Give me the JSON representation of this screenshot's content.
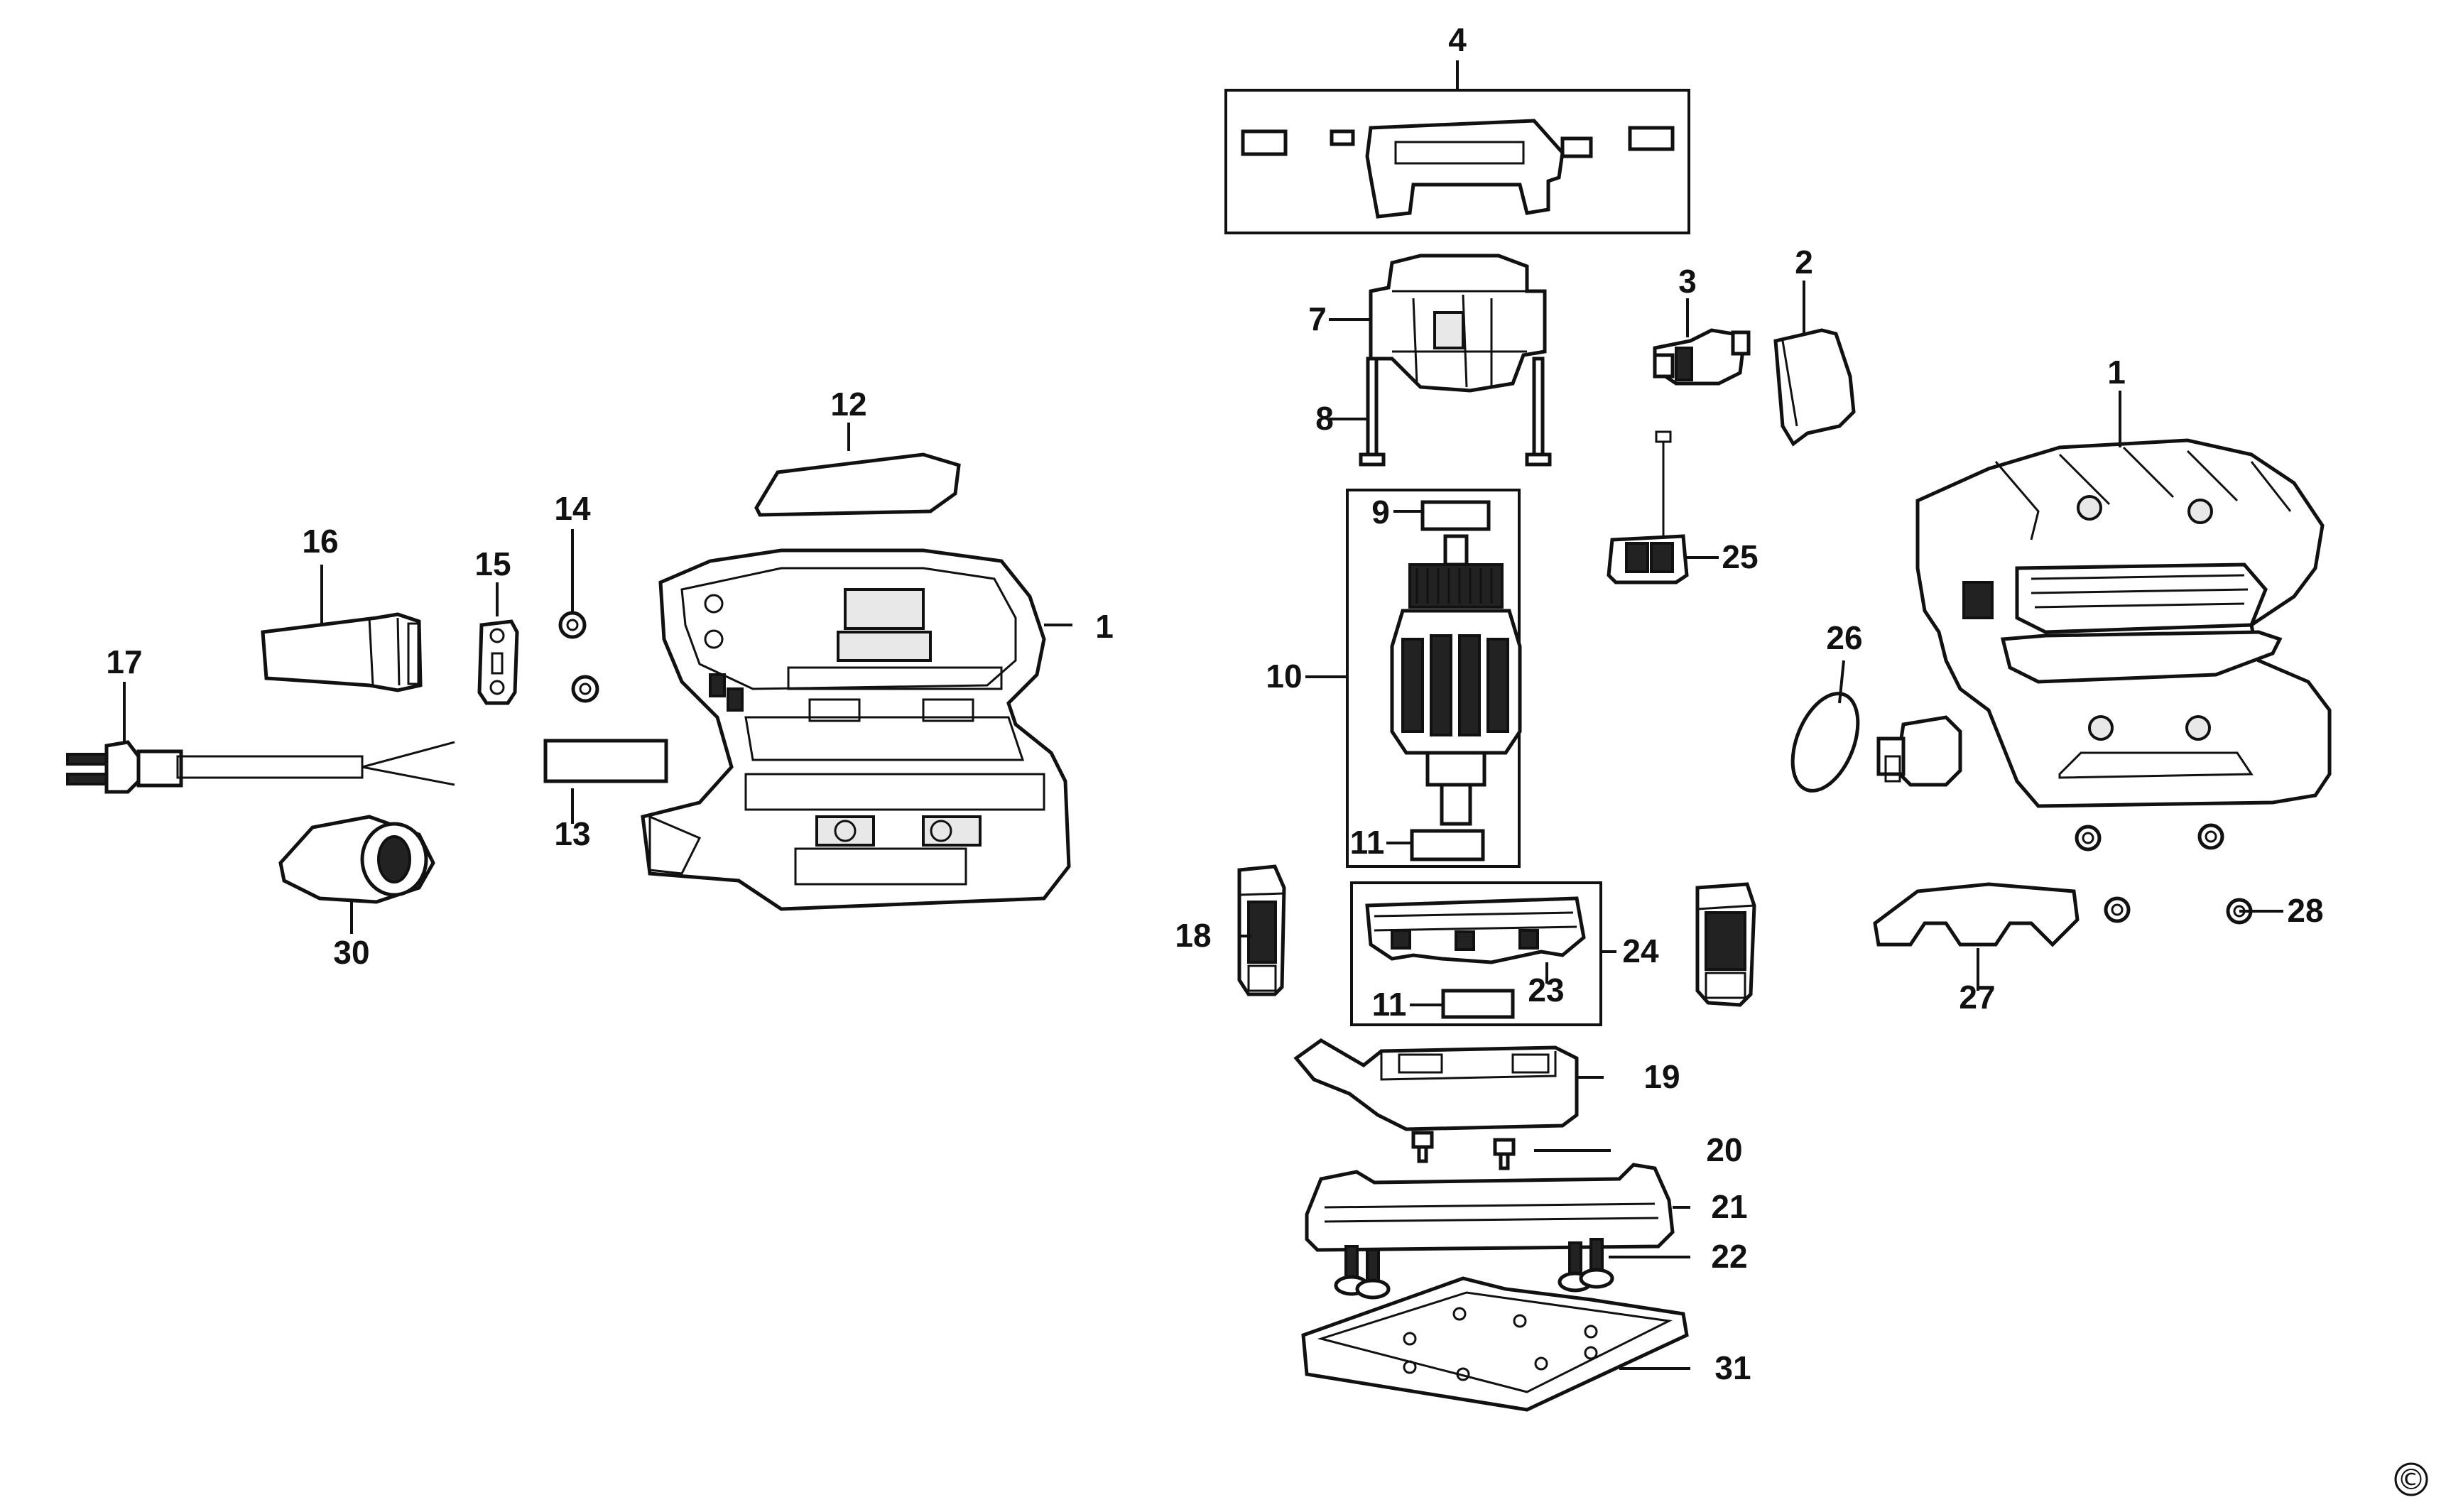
{
  "diagram": {
    "parts": {
      "p1_left": "1",
      "p1_right": "1",
      "p2": "2",
      "p3": "3",
      "p4": "4",
      "p7": "7",
      "p8": "8",
      "p9": "9",
      "p10": "10",
      "p11_top": "11",
      "p11_bottom": "11",
      "p12": "12",
      "p13": "13",
      "p14": "14",
      "p15": "15",
      "p16": "16",
      "p17": "17",
      "p18": "18",
      "p19": "19",
      "p20": "20",
      "p21": "21",
      "p22": "22",
      "p23": "23",
      "p24": "24",
      "p25": "25",
      "p26": "26",
      "p27": "27",
      "p28": "28",
      "p30": "30",
      "p31": "31"
    },
    "copyright": "©"
  }
}
